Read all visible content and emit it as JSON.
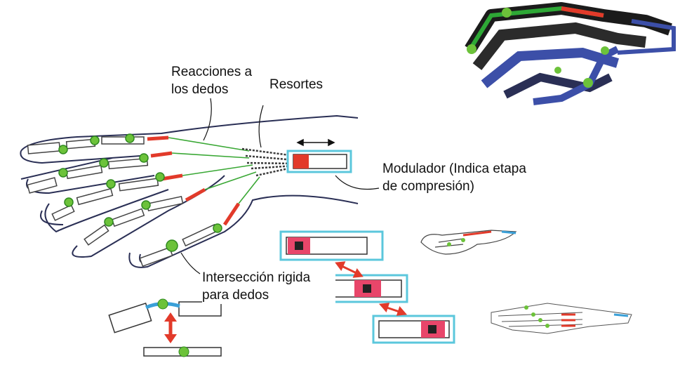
{
  "labels": {
    "reactions": "Reacciones a\nlos dedos",
    "springs": "Resortes",
    "modulator": "Modulador (Indica etapa\nde compresión)",
    "intersection": "Intersección rigida\npara dedos"
  },
  "colors": {
    "joint": "#6cc23a",
    "joint_dark": "#2f8a1f",
    "tendon": "#3aa835",
    "spring": "#3a3a3a",
    "accent_red": "#e23a2a",
    "frame_cyan": "#5bc7dc",
    "slider_magenta": "#e8466a",
    "exo_green": "#2ea836",
    "exo_blue": "#3c4fa8",
    "outline": "#2a2f55"
  },
  "icons": [
    "double-arrow-icon",
    "hand-outline",
    "exoskeleton-sketch"
  ]
}
